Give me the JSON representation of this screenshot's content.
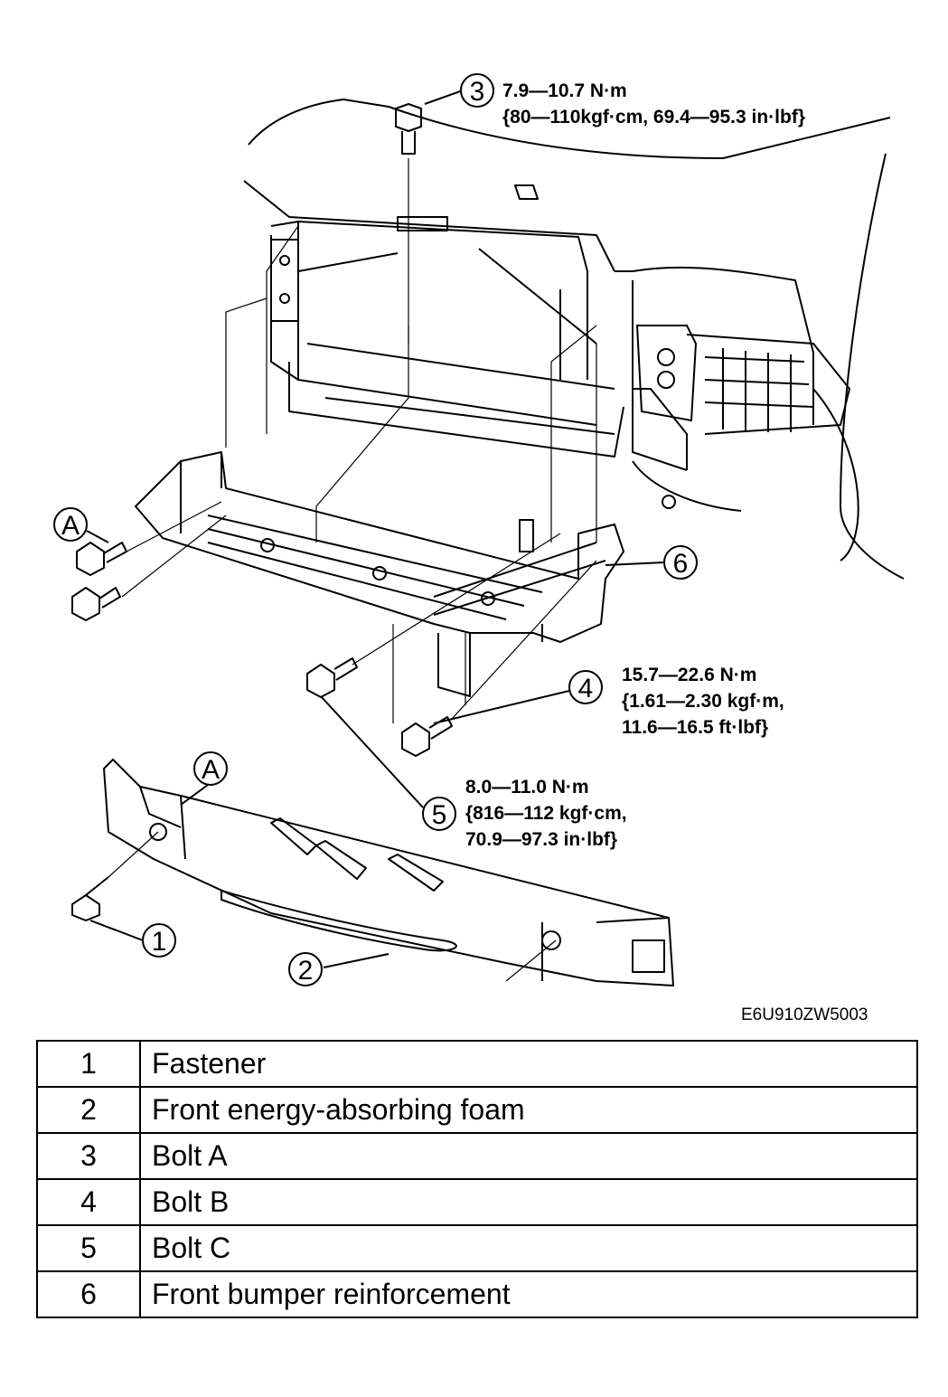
{
  "callouts": {
    "c1": "1",
    "c2": "2",
    "c3": "3",
    "c4": "4",
    "c5": "5",
    "c6": "6",
    "a_top": "A",
    "a_bottom": "A"
  },
  "torque_specs": {
    "bolt_a": [
      "7.9—10.7 N·m",
      "{80—110kgf·cm, 69.4—95.3 in·lbf}"
    ],
    "bolt_b": [
      "15.7—22.6 N·m",
      "{1.61—2.30 kgf·m,",
      "11.6—16.5 ft·lbf}"
    ],
    "bolt_c": [
      "8.0—11.0 N·m",
      "{816—112 kgf·cm,",
      "70.9—97.3 in·lbf}"
    ]
  },
  "figure_id": "E6U910ZW5003",
  "legend": [
    {
      "num": "1",
      "name": "Fastener"
    },
    {
      "num": "2",
      "name": "Front energy-absorbing foam"
    },
    {
      "num": "3",
      "name": "Bolt A"
    },
    {
      "num": "4",
      "name": "Bolt B"
    },
    {
      "num": "5",
      "name": "Bolt C"
    },
    {
      "num": "6",
      "name": "Front bumper reinforcement"
    }
  ]
}
